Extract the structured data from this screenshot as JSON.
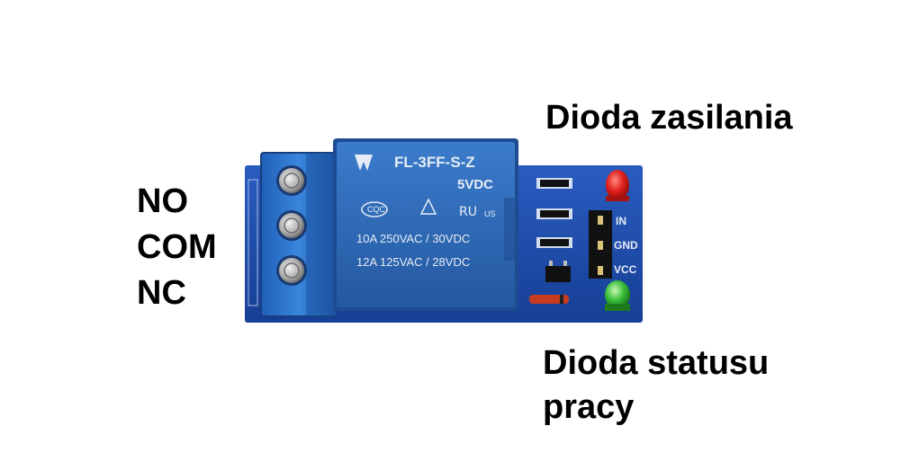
{
  "labels": {
    "no": "NO",
    "com": "COM",
    "nc": "NC",
    "power_led": "Dioda zasilania",
    "status_led_line1": "Dioda statusu",
    "status_led_line2": "pracy"
  },
  "board": {
    "relay_model": "FL-3FF-S-Z",
    "relay_voltage": "5VDC",
    "rating_1": "10A 250VAC / 30VDC",
    "rating_2": "12A 125VAC / 28VDC",
    "pin_in": "IN",
    "pin_gnd": "GND",
    "pin_vcc": "VCC",
    "cert_cqc": "CQC",
    "cert_us": "US"
  },
  "colors": {
    "pcb": "#1f4fae",
    "relay_body": "#2e6bb8",
    "terminal_block": "#2a6fc9",
    "power_led": "#e0201c",
    "status_led": "#3bbf3b"
  }
}
